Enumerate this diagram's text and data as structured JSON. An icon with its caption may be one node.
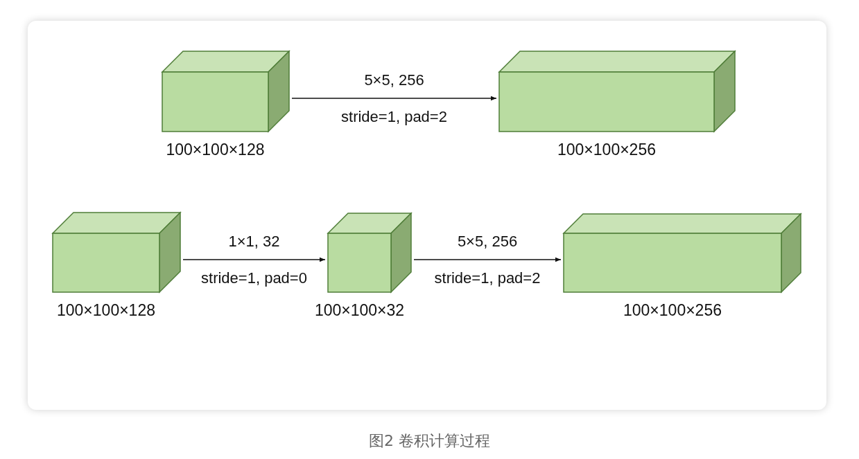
{
  "diagram": {
    "caption": "图2 卷积计算过程",
    "nodes": [
      {
        "text": [],
        "shape": "box",
        "beside": [
          "100×100×128"
        ]
      },
      {
        "text": [],
        "shape": "box",
        "beside": [
          "100×100×256"
        ]
      },
      {
        "text": [],
        "shape": "box",
        "beside": [
          "100×100×128"
        ]
      },
      {
        "text": [],
        "shape": "box",
        "beside": [
          "100×100×32"
        ]
      },
      {
        "text": [],
        "shape": "box",
        "beside": [
          "100×100×256"
        ]
      }
    ],
    "edges": [
      {
        "from": 0,
        "to": 1,
        "arrow": "to",
        "label": "5×5, 256 stride=1, pad=2"
      },
      {
        "from": 2,
        "to": 3,
        "arrow": "to",
        "label": "1×1, 32 stride=1, pad=0"
      },
      {
        "from": 3,
        "to": 4,
        "arrow": "to",
        "label": "5×5, 256 stride=1, pad=2"
      }
    ]
  }
}
